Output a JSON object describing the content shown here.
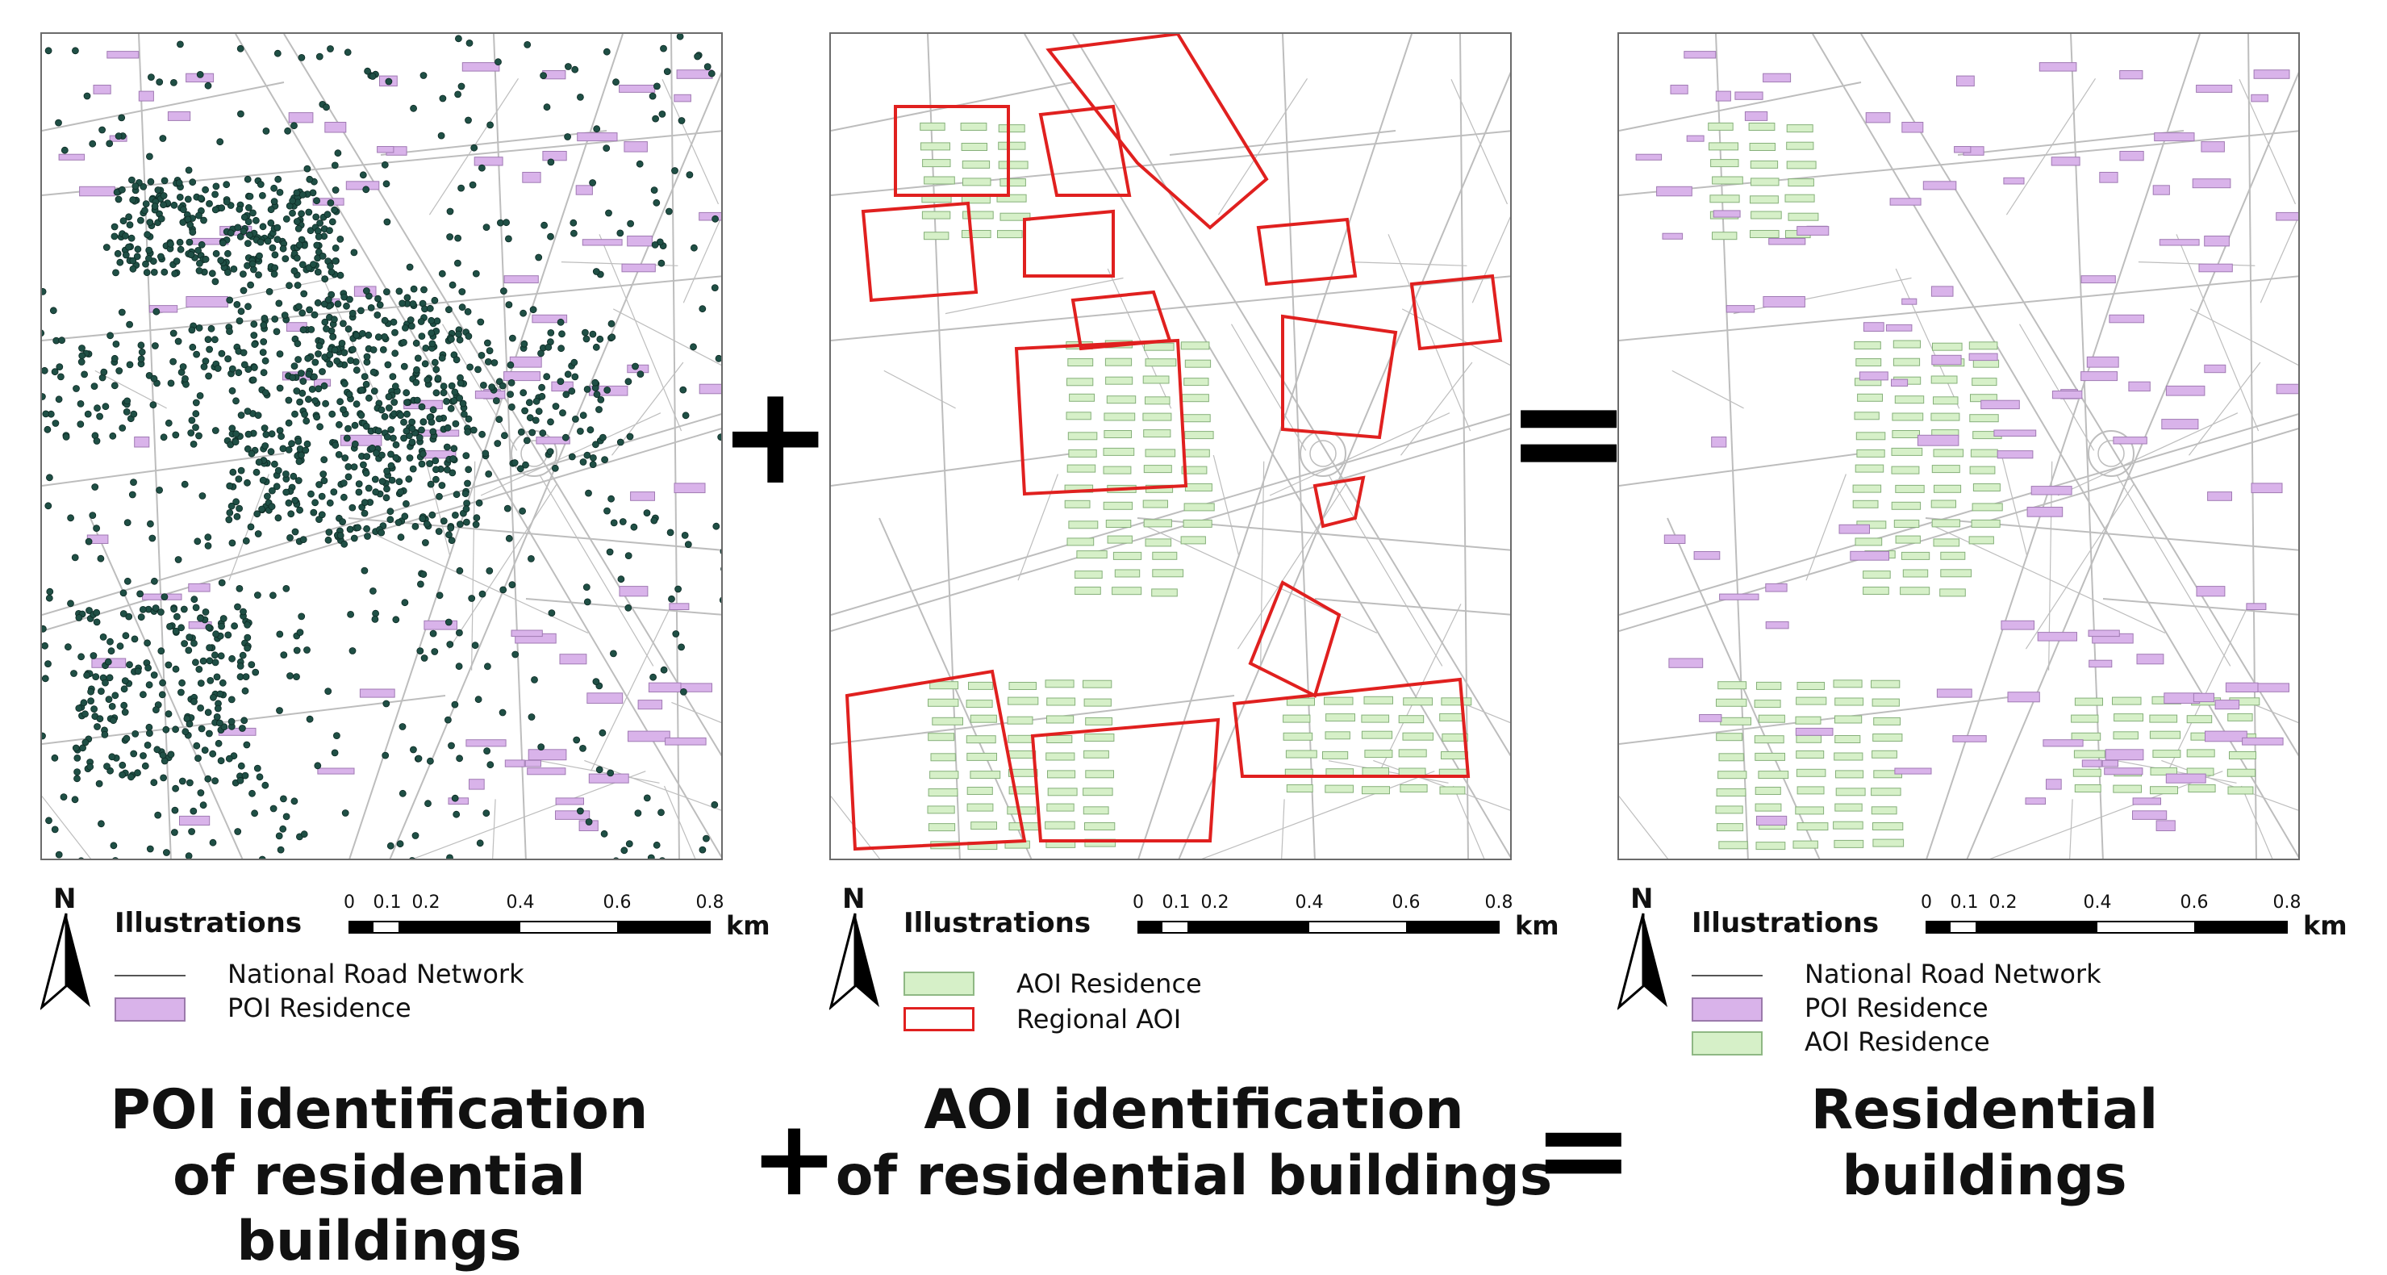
{
  "operators": {
    "plus_top": "+",
    "equals_top": "=",
    "plus_bottom": "+",
    "equals_bottom": "="
  },
  "colors": {
    "road": "#bdbdbd",
    "poi_point": "#1f4f45",
    "poi_residence": "#d9b3ea",
    "aoi_residence": "#d6f0c8",
    "regional_aoi": "#e0201f"
  },
  "legends": [
    {
      "north": "N",
      "title": "Illustrations",
      "scale": {
        "ticks": [
          "0",
          "0.1",
          "0.2",
          "0.4",
          "0.6",
          "0.8"
        ],
        "unit": "km"
      },
      "items": [
        {
          "label": "National Road Network",
          "symbol": "line-icon"
        },
        {
          "label": "POI Residence",
          "symbol": "poi-residence-swatch"
        }
      ]
    },
    {
      "north": "N",
      "title": "Illustrations",
      "scale": {
        "ticks": [
          "0",
          "0.1",
          "0.2",
          "0.4",
          "0.6",
          "0.8"
        ],
        "unit": "km"
      },
      "items": [
        {
          "label": "AOI Residence",
          "symbol": "aoi-residence-swatch"
        },
        {
          "label": "Regional AOI",
          "symbol": "regional-aoi-swatch"
        }
      ]
    },
    {
      "north": "N",
      "title": "Illustrations",
      "scale": {
        "ticks": [
          "0",
          "0.1",
          "0.2",
          "0.4",
          "0.6",
          "0.8"
        ],
        "unit": "km"
      },
      "items": [
        {
          "label": "National Road Network",
          "symbol": "line-icon"
        },
        {
          "label": "POI Residence",
          "symbol": "poi-residence-swatch"
        },
        {
          "label": "AOI Residence",
          "symbol": "aoi-residence-swatch"
        }
      ]
    }
  ],
  "captions": [
    {
      "line1": "POI identification",
      "line2": "of residential buildings"
    },
    {
      "line1": "AOI identification",
      "line2": "of residential buildings"
    },
    {
      "line1": "Residential",
      "line2": "buildings"
    }
  ]
}
